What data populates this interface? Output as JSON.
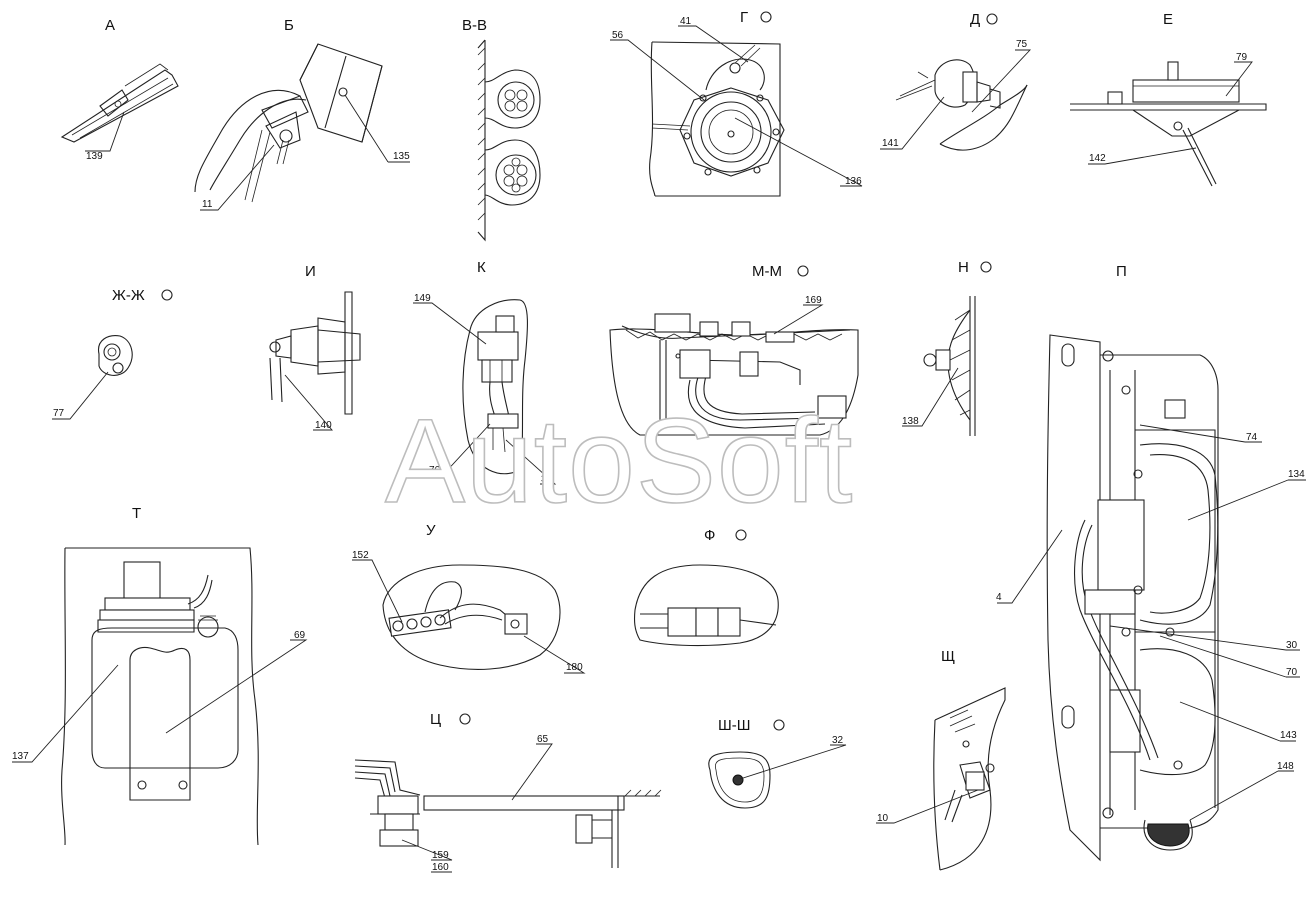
{
  "watermark": "AutoSoft",
  "views": [
    {
      "id": "A",
      "label": "А"
    },
    {
      "id": "B",
      "label": "Б"
    },
    {
      "id": "VV",
      "label": "В-В"
    },
    {
      "id": "G",
      "label": "Г"
    },
    {
      "id": "D",
      "label": "Д"
    },
    {
      "id": "E",
      "label": "Е"
    },
    {
      "id": "ZhZh",
      "label": "Ж-Ж"
    },
    {
      "id": "I",
      "label": "И"
    },
    {
      "id": "K",
      "label": "К"
    },
    {
      "id": "MM",
      "label": "М-М"
    },
    {
      "id": "N",
      "label": "Н"
    },
    {
      "id": "P",
      "label": "П"
    },
    {
      "id": "T",
      "label": "Т"
    },
    {
      "id": "U",
      "label": "У"
    },
    {
      "id": "F",
      "label": "Ф"
    },
    {
      "id": "Shch",
      "label": "Щ"
    },
    {
      "id": "Ts",
      "label": "Ц"
    },
    {
      "id": "ShSh",
      "label": "Ш-Ш"
    }
  ],
  "callouts": [
    "139",
    "11",
    "135",
    "56",
    "41",
    "136",
    "75",
    "141",
    "79",
    "142",
    "77",
    "140",
    "149",
    "76",
    "36",
    "169",
    "138",
    "74",
    "134",
    "4",
    "30",
    "70",
    "143",
    "148",
    "137",
    "69",
    "152",
    "180",
    "65",
    "159",
    "160",
    "32",
    "10"
  ]
}
